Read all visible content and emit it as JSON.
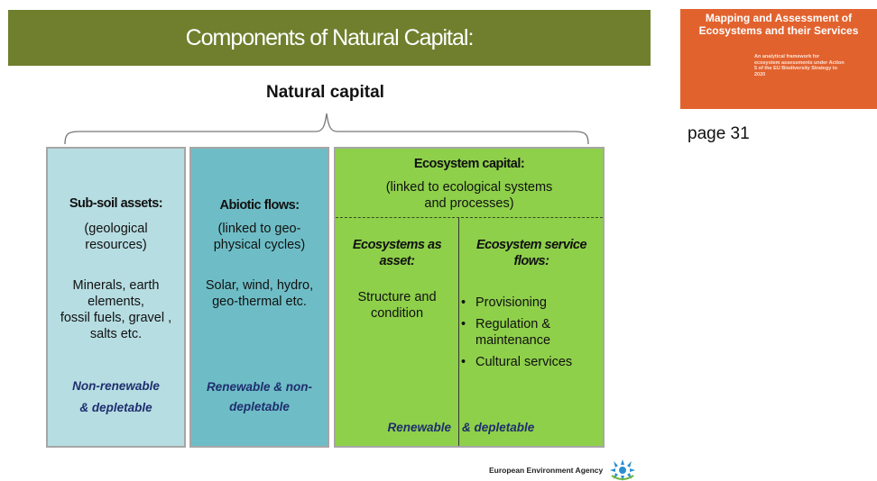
{
  "header": {
    "title": "Components of Natural Capital:"
  },
  "cover": {
    "title_line1": "Mapping and Assessment of",
    "title_line2": "Ecosystems and their Services",
    "subtitle_line1": "An analytical framework for",
    "subtitle_line2": "ecosystem assessments under Action",
    "subtitle_line3": "5 of the EU Biodiversity Strategy to",
    "subtitle_line4": "2020"
  },
  "page_ref": "page 31",
  "diagram": {
    "root_label": "Natural capital",
    "subsoil": {
      "heading": "Sub-soil assets:",
      "line1": "(geological",
      "line2": "resources)",
      "ex1": "Minerals, earth",
      "ex2": "elements,",
      "ex3": "fossil fuels, gravel ,",
      "ex4": "salts etc.",
      "status1": "Non-renewable",
      "status2": "& depletable"
    },
    "abiotic": {
      "heading": "Abiotic flows:",
      "line1": "(linked to geo-",
      "line2": "physical cycles)",
      "ex1": "Solar, wind, hydro,",
      "ex2": "geo-thermal etc.",
      "status1": "Renewable & non-",
      "status2": "depletable"
    },
    "ecosystem": {
      "heading": "Ecosystem capital:",
      "line1": "(linked to ecological systems",
      "line2": "and processes)",
      "asset_heading1": "Ecosystems as",
      "asset_heading2": "asset:",
      "asset_line1": "Structure and",
      "asset_line2": "condition",
      "flow_heading1": "Ecosystem service",
      "flow_heading2": "flows:",
      "services": [
        "Provisioning",
        "Regulation & maintenance",
        "Cultural services"
      ],
      "status_left": "Renewable",
      "status_right": "& depletable"
    }
  },
  "footer": {
    "agency": "European Environment Agency"
  },
  "colors": {
    "title_bar": "#6f7f2e",
    "subsoil": "#b6dde2",
    "abiotic": "#6ebdc6",
    "ecosystem": "#8ed04a",
    "status_text": "#1f2e6e",
    "cover": "#e2622e"
  }
}
